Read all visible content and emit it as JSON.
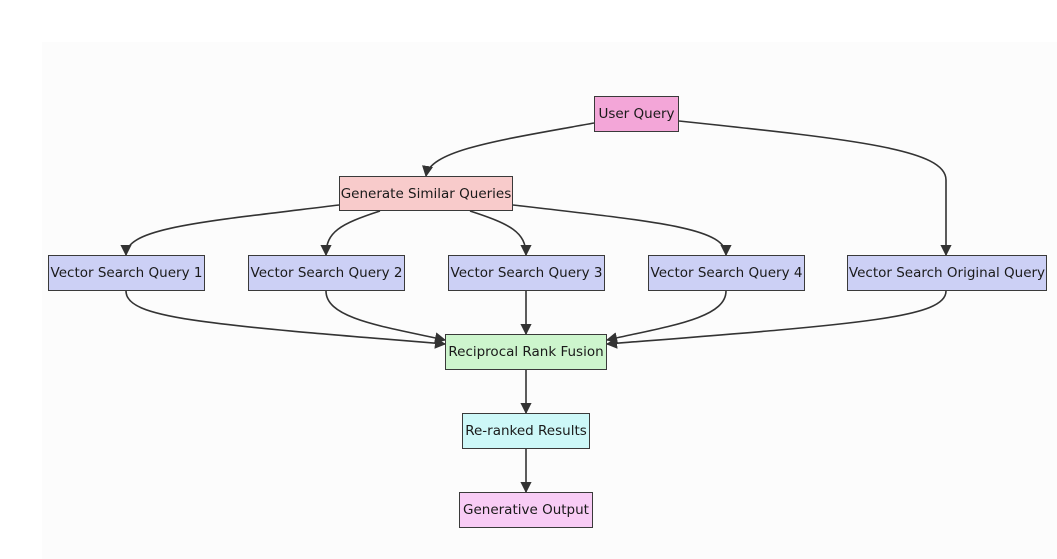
{
  "nodes": {
    "user_query": {
      "label": "User Query",
      "color": "#f3a6d8"
    },
    "generate_similar": {
      "label": "Generate Similar Queries",
      "color": "#f8cbcb"
    },
    "vector_search_1": {
      "label": "Vector Search Query 1",
      "color": "#ccd0f5"
    },
    "vector_search_2": {
      "label": "Vector Search Query 2",
      "color": "#ccd0f5"
    },
    "vector_search_3": {
      "label": "Vector Search Query 3",
      "color": "#ccd0f5"
    },
    "vector_search_4": {
      "label": "Vector Search Query 4",
      "color": "#ccd0f5"
    },
    "vector_search_original": {
      "label": "Vector Search Original Query",
      "color": "#ccd0f5"
    },
    "reciprocal_rank_fusion": {
      "label": "Reciprocal Rank Fusion",
      "color": "#cdf5cd"
    },
    "reranked_results": {
      "label": "Re-ranked Results",
      "color": "#cdf8f8"
    },
    "generative_output": {
      "label": "Generative Output",
      "color": "#f8ccf5"
    }
  },
  "edges": [
    {
      "from": "user_query",
      "to": "generate_similar"
    },
    {
      "from": "user_query",
      "to": "vector_search_original"
    },
    {
      "from": "generate_similar",
      "to": "vector_search_1"
    },
    {
      "from": "generate_similar",
      "to": "vector_search_2"
    },
    {
      "from": "generate_similar",
      "to": "vector_search_3"
    },
    {
      "from": "generate_similar",
      "to": "vector_search_4"
    },
    {
      "from": "vector_search_1",
      "to": "reciprocal_rank_fusion"
    },
    {
      "from": "vector_search_2",
      "to": "reciprocal_rank_fusion"
    },
    {
      "from": "vector_search_3",
      "to": "reciprocal_rank_fusion"
    },
    {
      "from": "vector_search_4",
      "to": "reciprocal_rank_fusion"
    },
    {
      "from": "vector_search_original",
      "to": "reciprocal_rank_fusion"
    },
    {
      "from": "reciprocal_rank_fusion",
      "to": "reranked_results"
    },
    {
      "from": "reranked_results",
      "to": "generative_output"
    }
  ],
  "colors": {
    "edge": "#333333",
    "border": "#3a3a3a"
  }
}
